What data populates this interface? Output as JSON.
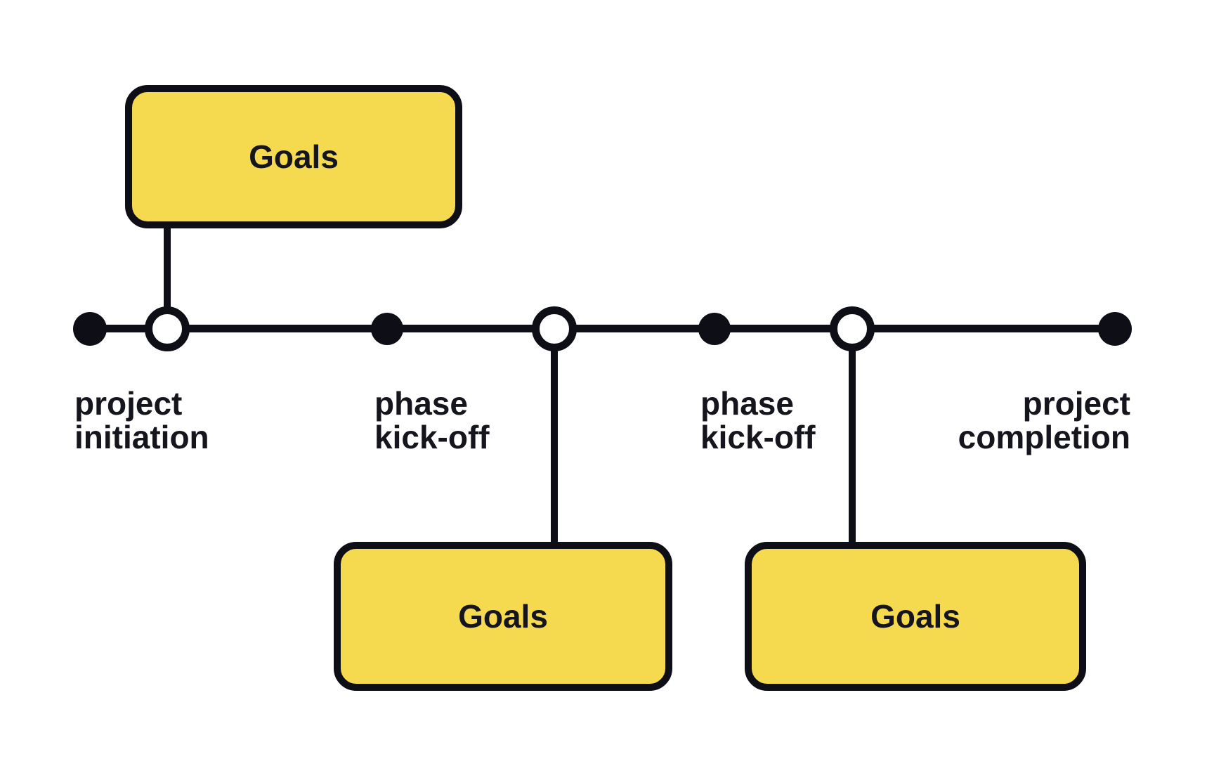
{
  "title": "project timeline diagram",
  "colors": {
    "background": "#ffffff",
    "goal_fill": "#f5d94e",
    "stroke": "#0e0e17",
    "text": "#15151d"
  },
  "timeline": {
    "milestones": [
      {
        "label": "project\ninitiation",
        "marker": "filled-dot",
        "align": "left"
      },
      {
        "label": "phase\nkick-off",
        "marker": "filled-dot",
        "align": "left"
      },
      {
        "label": "phase\nkick-off",
        "marker": "filled-dot",
        "align": "left"
      },
      {
        "label": "project\ncompletion",
        "marker": "filled-dot",
        "align": "right"
      }
    ],
    "goal_nodes": [
      {
        "label": "Goals",
        "marker": "open-circle",
        "box_position": "above-line"
      },
      {
        "label": "Goals",
        "marker": "open-circle",
        "box_position": "below-line"
      },
      {
        "label": "Goals",
        "marker": "open-circle",
        "box_position": "below-line"
      }
    ]
  }
}
